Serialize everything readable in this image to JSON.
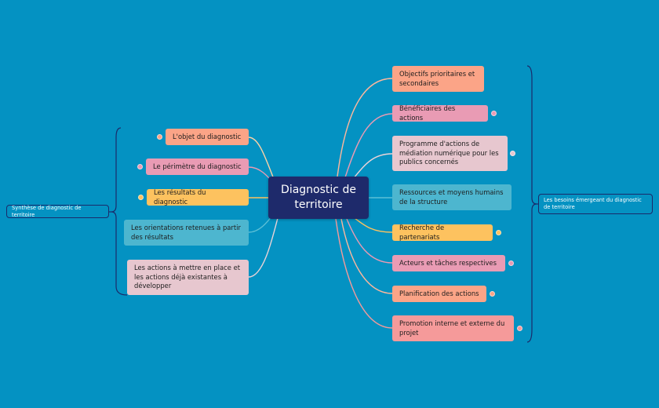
{
  "center": {
    "title": "Diagnostic de territoire"
  },
  "left_summary": "Synthèse de diagnostic de territoire",
  "right_summary": "Les besoins émergeant du diagnostic de territoire",
  "left_topics": [
    {
      "label": "L'objet du diagnostic",
      "color": "#fba487"
    },
    {
      "label": "Le périmètre du diagnostic",
      "color": "#e99bb4"
    },
    {
      "label": "Les résultats du diagnostic",
      "color": "#fdc25f"
    },
    {
      "label": "Les orientations retenues à partir des résultats",
      "color": "#4db6cf"
    },
    {
      "label": "Les actions à mettre en place et les actions déjà existantes à développer",
      "color": "#e7c7cf"
    }
  ],
  "right_topics": [
    {
      "label": "Objectifs prioritaires et secondaires",
      "color": "#fba487"
    },
    {
      "label": "Bénéficiaires des actions",
      "color": "#e99bb4"
    },
    {
      "label": "Programme d'actions de médiation numérique pour les publics concernés",
      "color": "#e7c7cf"
    },
    {
      "label": "Ressources et moyens humains de la structure",
      "color": "#4db6cf"
    },
    {
      "label": "Recherche de partenariats",
      "color": "#fdc25f"
    },
    {
      "label": "Acteurs et tâches respectives",
      "color": "#e99bb4"
    },
    {
      "label": "Planification des actions",
      "color": "#fba487"
    },
    {
      "label": "Promotion interne et externe du projet",
      "color": "#f59a9a"
    }
  ],
  "colors": {
    "background": "#0492c2",
    "center": "#1e2a6b",
    "bracket": "#1b2a6a"
  }
}
